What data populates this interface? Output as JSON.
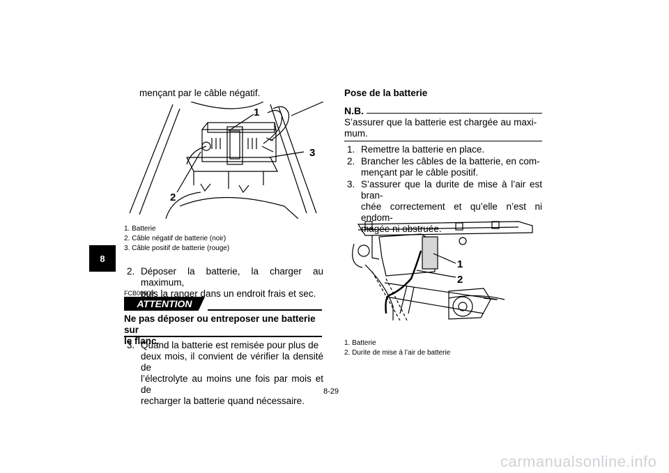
{
  "chapter_tab": "8",
  "left_column": {
    "intro_text": "mençant par le câble négatif.",
    "figure1": {
      "callouts": [
        "1",
        "2",
        "3"
      ],
      "captions": [
        "1.  Batterie",
        "2.  Câble négatif de batterie (noir)",
        "3.  Câble positif de batterie (rouge)"
      ]
    },
    "step2": {
      "number": "2.",
      "line1": "Déposer la batterie, la charger au maximum,",
      "line2": "puis la ranger dans un endroit frais et sec."
    },
    "attention_code": "FCB00600",
    "attention_label": "ATTENTION",
    "attention_line1": "Ne pas déposer ou entreposer une batterie sur",
    "attention_line2": "le flanc.",
    "step3": {
      "number": "3.",
      "line1": "Quand la batterie est remisée pour plus de",
      "line2": "deux mois, il convient de vérifier la densité de",
      "line3": "l’électrolyte au moins une fois par mois et de",
      "line4": "recharger la batterie quand nécessaire."
    }
  },
  "right_column": {
    "section_title": "Pose de la batterie",
    "nb_label": "N.B.",
    "nb_line1": "S’assurer que la batterie est chargée au maxi-",
    "nb_line2": "mum.",
    "steps": [
      {
        "number": "1.",
        "line1": "Remettre la batterie en place."
      },
      {
        "number": "2.",
        "line1": "Brancher les câbles de la batterie, en com-",
        "line2": "mençant par le câble positif."
      },
      {
        "number": "3.",
        "line1": "S’assurer que la durite de mise à l’air est bran-",
        "line2": "chée correctement et qu’elle n’est ni endom-",
        "line3": "magée ni obstruée."
      }
    ],
    "figure2": {
      "callouts": [
        "1",
        "2"
      ],
      "captions": [
        "1.  Batterie",
        "2.  Durite de mise à l’air de batterie"
      ]
    }
  },
  "page_number": "8-29",
  "watermark": "carmanualsonline.info"
}
